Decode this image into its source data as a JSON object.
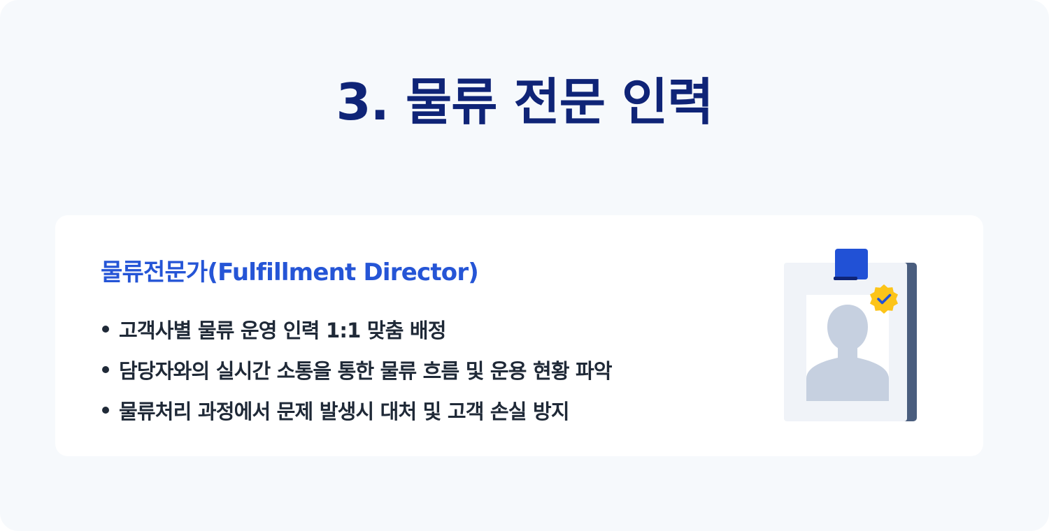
{
  "title": "3. 물류 전문 인력",
  "card": {
    "heading": "물류전문가(Fulfillment Director)",
    "bullets": [
      "고객사별 물류 운영 인력 1:1 맞춤 배정",
      "담당자와의 실시간 소통을 통한 물류 흐름 및 운용 현황 파악",
      "물류처리 과정에서 문제 발생시 대처 및 고객 손실 방지"
    ]
  },
  "illustration": {
    "icon": "id-badge-verified-icon",
    "colors": {
      "accent_blue": "#2151d6",
      "badge_yellow": "#fcc419",
      "silhouette": "#c6d0e0",
      "card_bg": "#f0f3f8",
      "card_edge": "#4a5d7e"
    }
  }
}
